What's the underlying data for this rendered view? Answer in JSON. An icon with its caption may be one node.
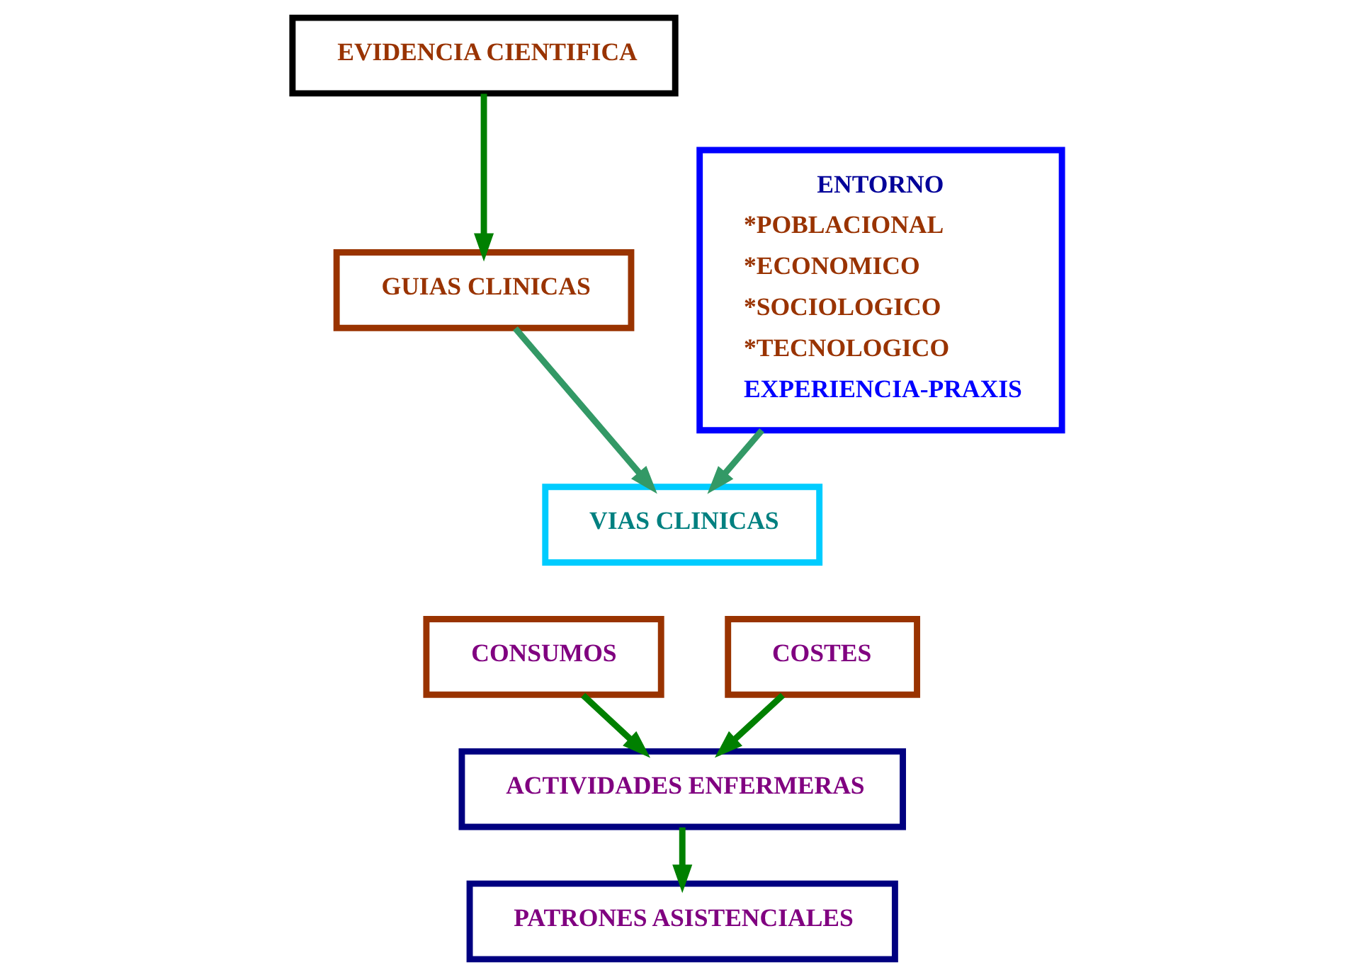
{
  "diagram": {
    "nodes": [
      {
        "text": [
          "EVIDENCIA CIENTIFICA"
        ]
      },
      {
        "text": [
          "GUIAS CLINICAS"
        ]
      },
      {
        "text": [
          "VIAS CLINICAS"
        ]
      },
      {
        "text": [
          "ENTORNO",
          "*POBLACIONAL",
          "*ECONOMICO",
          "*SOCIOLOGICO",
          "*TECNOLOGICO",
          "EXPERIENCIA-PRAXIS"
        ]
      },
      {
        "text": [
          "CONSUMOS"
        ]
      },
      {
        "text": [
          "COSTES"
        ]
      },
      {
        "text": [
          "ACTIVIDADES ENFERMERAS"
        ]
      },
      {
        "text": [
          "PATRONES ASISTENCIALES"
        ]
      }
    ],
    "edges": [
      {
        "from": 0,
        "to": 1,
        "arrow": "to"
      },
      {
        "from": 1,
        "to": 2,
        "arrow": "to",
        "color": "#339966"
      },
      {
        "from": 3,
        "to": 2,
        "arrow": "to",
        "color": "#339966"
      },
      {
        "from": 4,
        "to": 6,
        "arrow": "to"
      },
      {
        "from": 5,
        "to": 6,
        "arrow": "to"
      },
      {
        "from": 6,
        "to": 7,
        "arrow": "to"
      }
    ]
  }
}
